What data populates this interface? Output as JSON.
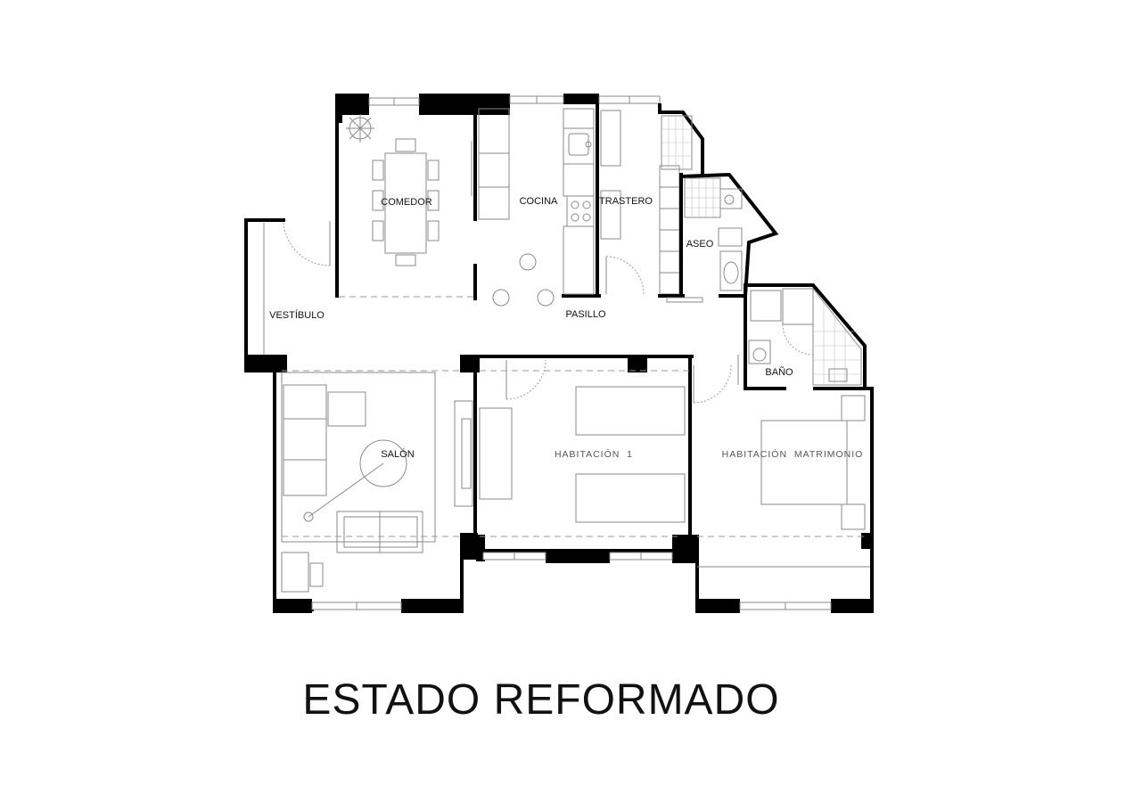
{
  "plan": {
    "rooms": {
      "comedor": "COMEDOR",
      "cocina": "COCINA",
      "trastero": "TRASTERO",
      "aseo": "ASEO",
      "vestibulo": "VESTÍBULO",
      "pasillo": "PASILLO",
      "bano": "BAÑO",
      "salon": "SALÓN",
      "habitacion1": "HABITACIÓN  1",
      "habitacion_matrimonio": "HABITACIÓN  MATRIMONIO"
    },
    "title": "ESTADO REFORMADO"
  }
}
